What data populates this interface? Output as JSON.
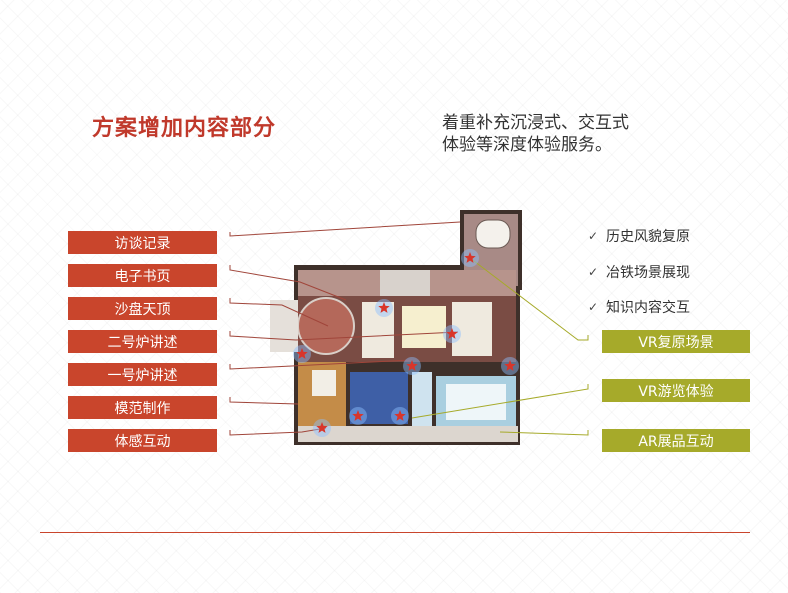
{
  "header": {
    "title": "方案增加内容部分",
    "subtitle_line1": "着重补充沉浸式、交互式",
    "subtitle_line2": "体验等深度体验服务。"
  },
  "left_labels": [
    {
      "text": "访谈记录"
    },
    {
      "text": "电子书页"
    },
    {
      "text": "沙盘天顶"
    },
    {
      "text": "二号炉讲述"
    },
    {
      "text": "一号炉讲述"
    },
    {
      "text": "模范制作"
    },
    {
      "text": "体感互动"
    }
  ],
  "right_checks": [
    {
      "text": "历史风貌复原"
    },
    {
      "text": "冶铁场景展现"
    },
    {
      "text": "知识内容交互"
    }
  ],
  "right_labels": [
    {
      "text": "VR复原场景"
    },
    {
      "text": "VR游览体验"
    },
    {
      "text": "AR展品互动"
    }
  ],
  "check_mark": "✓",
  "colors": {
    "accent_red": "#c9452c",
    "accent_olive": "#a6aa2a",
    "title_red": "#c0392b",
    "marker_star": "#d9352a"
  },
  "icons": {
    "check": "check-icon",
    "marker": "star-marker-icon"
  }
}
